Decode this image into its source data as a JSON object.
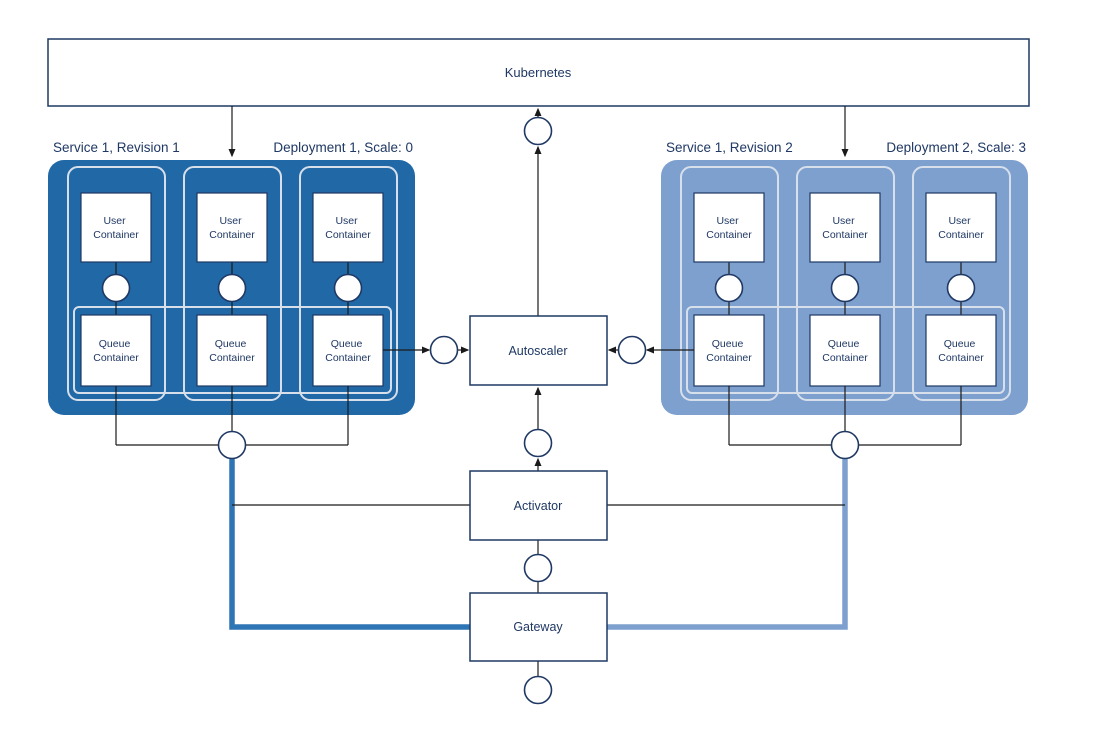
{
  "diagram": {
    "kubernetes_label": "Kubernetes",
    "groups": [
      {
        "service_label": "Service 1, Revision 1",
        "deployment_label": "Deployment 1, Scale: 0",
        "pods": [
          {
            "user_container": [
              "User",
              "Container"
            ],
            "queue_container": [
              "Queue",
              "Container"
            ]
          },
          {
            "user_container": [
              "User",
              "Container"
            ],
            "queue_container": [
              "Queue",
              "Container"
            ]
          },
          {
            "user_container": [
              "User",
              "Container"
            ],
            "queue_container": [
              "Queue",
              "Container"
            ]
          }
        ]
      },
      {
        "service_label": "Service 1, Revision 2",
        "deployment_label": "Deployment 2, Scale: 3",
        "pods": [
          {
            "user_container": [
              "User",
              "Container"
            ],
            "queue_container": [
              "Queue",
              "Container"
            ]
          },
          {
            "user_container": [
              "User",
              "Container"
            ],
            "queue_container": [
              "Queue",
              "Container"
            ]
          },
          {
            "user_container": [
              "User",
              "Container"
            ],
            "queue_container": [
              "Queue",
              "Container"
            ]
          }
        ]
      }
    ],
    "center_nodes": {
      "autoscaler": "Autoscaler",
      "activator": "Activator",
      "gateway": "Gateway"
    },
    "colors": {
      "revision1_fill": "#2168a7",
      "revision2_fill": "#7da0cf",
      "revision1_route": "#2e75b6",
      "revision2_route": "#7da0cf",
      "node_border": "#1f3864",
      "text": "#1f3864",
      "pod_outline": "#d7dfeb",
      "connector": "#1a1a1a"
    }
  }
}
